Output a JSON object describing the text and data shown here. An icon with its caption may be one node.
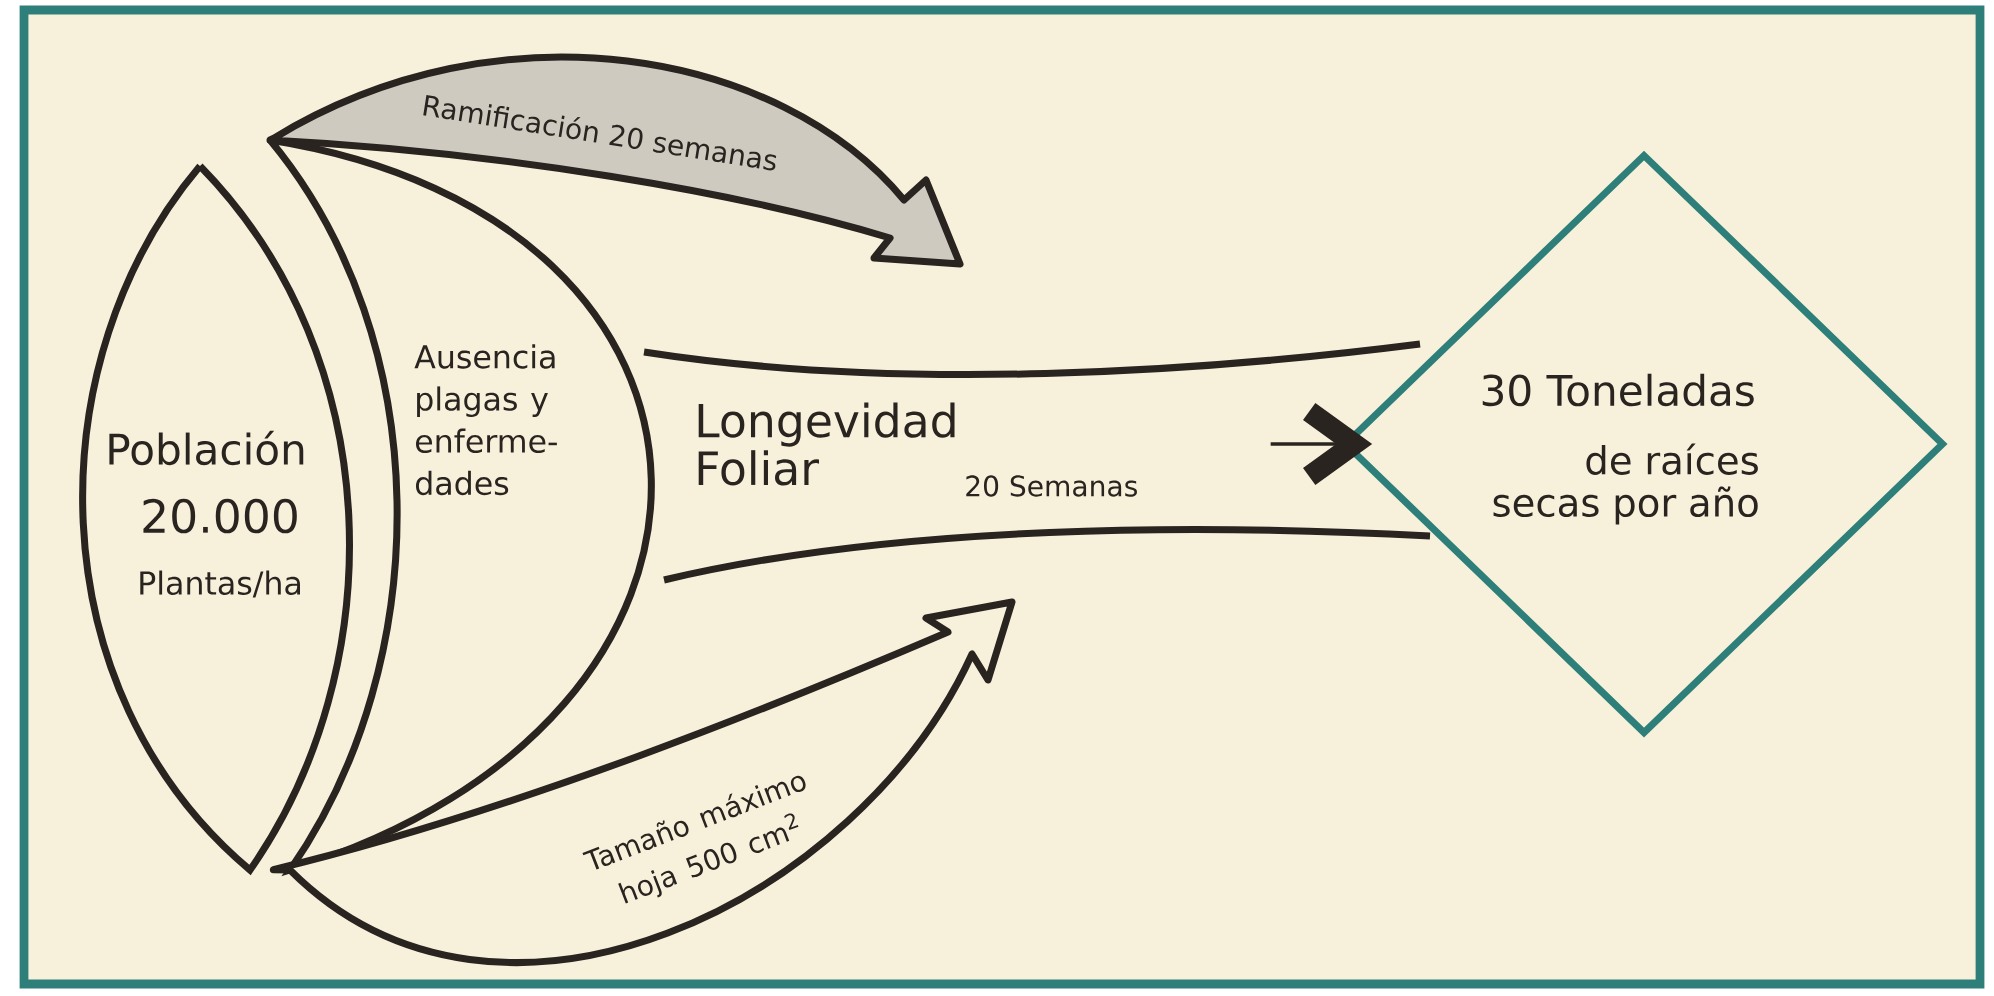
{
  "diagram": {
    "nodes": [
      {
        "text": [
          "Población",
          "20.000",
          "Plantas/ha"
        ]
      },
      {
        "text": [
          "Ausencia plagas y enferme- dades"
        ]
      },
      {
        "text": [
          "Longevidad Foliar",
          "20 Semanas"
        ]
      },
      {
        "text": [
          "30 Toneladas",
          "de raíces secas por año"
        ]
      }
    ],
    "edges": [
      {
        "from": 1,
        "to": null,
        "arrow": "to",
        "label": "Ramificación 20 semanas"
      },
      {
        "from": 1,
        "to": null,
        "arrow": "to",
        "label": "Tamaño máximo hoja 500 cm$^{2}$"
      },
      {
        "from": 2,
        "to": 3,
        "arrow": "to"
      }
    ]
  }
}
